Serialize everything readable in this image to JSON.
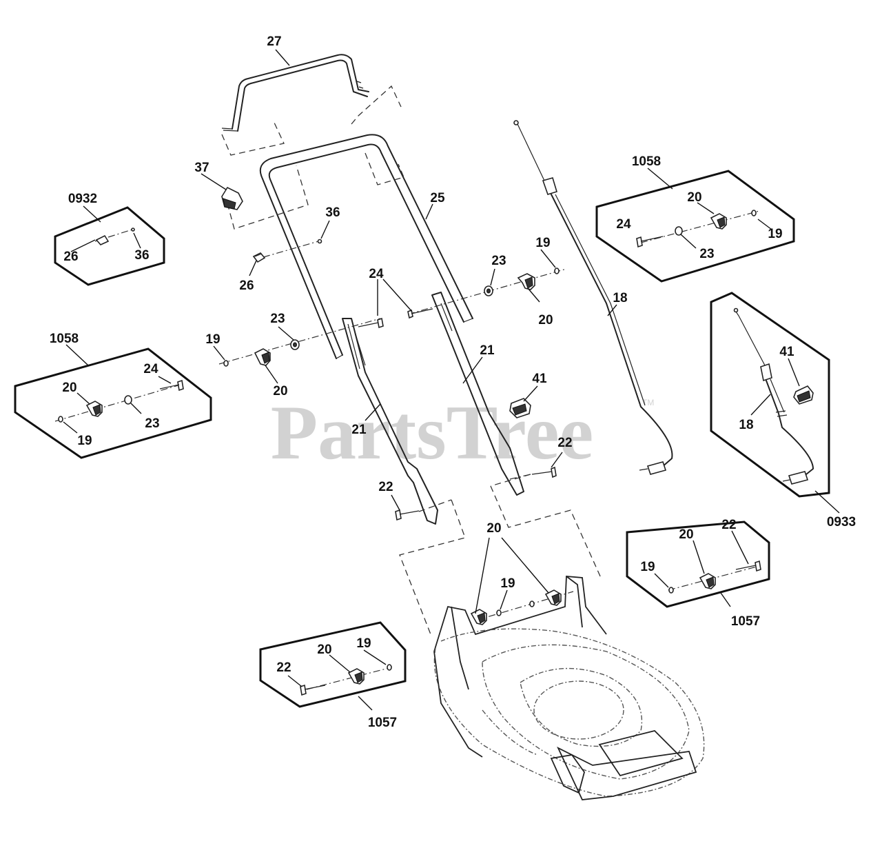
{
  "watermark": {
    "text": "PartsTree",
    "trademark": "TM"
  },
  "labels": {
    "n27": "27",
    "n37": "37",
    "n36": "36",
    "n25": "25",
    "n26": "26",
    "n24": "24",
    "n23_left": "23",
    "n23_right": "23",
    "n19_right": "19",
    "n19_left": "19",
    "n20_right": "20",
    "n20_left": "20",
    "n21_upper": "21",
    "n21_lower": "21",
    "n41": "41",
    "n18": "18",
    "n22_right": "22",
    "n22_left": "22",
    "n20_deck": "20",
    "n19_deck": "19"
  },
  "kits": {
    "k0932": {
      "number": "0932",
      "parts": [
        "26",
        "36"
      ]
    },
    "k1058_top": {
      "number": "1058",
      "parts": [
        "20",
        "24",
        "19",
        "23"
      ]
    },
    "k1058_left": {
      "number": "1058",
      "parts": [
        "24",
        "20",
        "23",
        "19"
      ]
    },
    "k0933": {
      "number": "0933",
      "parts": [
        "41",
        "18"
      ]
    },
    "k1057_right": {
      "number": "1057",
      "parts": [
        "22",
        "19",
        "20"
      ]
    },
    "k1057_bottom": {
      "number": "1057",
      "parts": [
        "19",
        "20",
        "22"
      ]
    }
  }
}
